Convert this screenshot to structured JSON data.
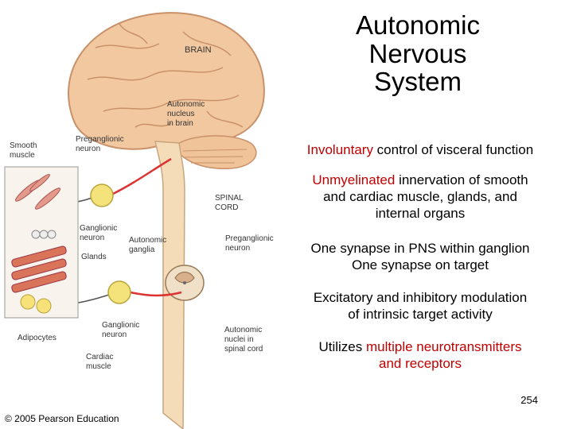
{
  "title": {
    "line1": "Autonomic",
    "line2": "Nervous",
    "line3": "System"
  },
  "bullets": [
    {
      "hl": "Involuntary",
      "rest": " control of visceral function"
    },
    {
      "hl": "Unmyelinated",
      "rest": " innervation of smooth",
      "line2": "and cardiac muscle, glands, and",
      "line3": "internal organs"
    },
    {
      "line1": "One synapse in PNS within ganglion",
      "line2": "One synapse on target"
    },
    {
      "line1": "Excitatory and inhibitory modulation",
      "line2": "of intrinsic target activity"
    },
    {
      "pre": "Utilizes ",
      "hl": "multiple neurotransmitters",
      "line2": "and receptors"
    }
  ],
  "figure_labels": {
    "brain": "BRAIN",
    "autonomic_nucleus_brain": [
      "Autonomic",
      "nucleus",
      "in brain"
    ],
    "smooth_muscle": [
      "Smooth",
      "muscle"
    ],
    "preganglionic_neuron_top": [
      "Preganglionic",
      "neuron"
    ],
    "spinal_cord": [
      "SPINAL",
      "CORD"
    ],
    "ganglionic_neuron_top": [
      "Ganglionic",
      "neuron"
    ],
    "autonomic_ganglia": [
      "Autonomic",
      "ganglia"
    ],
    "glands": "Glands",
    "preganglionic_neuron_mid": [
      "Preganglionic",
      "neuron"
    ],
    "ganglionic_neuron_bottom": [
      "Ganglionic",
      "neuron"
    ],
    "adipocytes": "Adipocytes",
    "cardiac_muscle": [
      "Cardiac",
      "muscle"
    ],
    "autonomic_nuclei_spinal": [
      "Autonomic",
      "nuclei in",
      "spinal cord"
    ]
  },
  "page_number": "254",
  "copyright": "© 2005 Pearson Education",
  "colors": {
    "highlight": "#c00000",
    "brain": "#f2c8a0",
    "spinal_cord": "#f5dcb8",
    "neuron": "#f4e37a",
    "muscle": "#d9735a"
  }
}
